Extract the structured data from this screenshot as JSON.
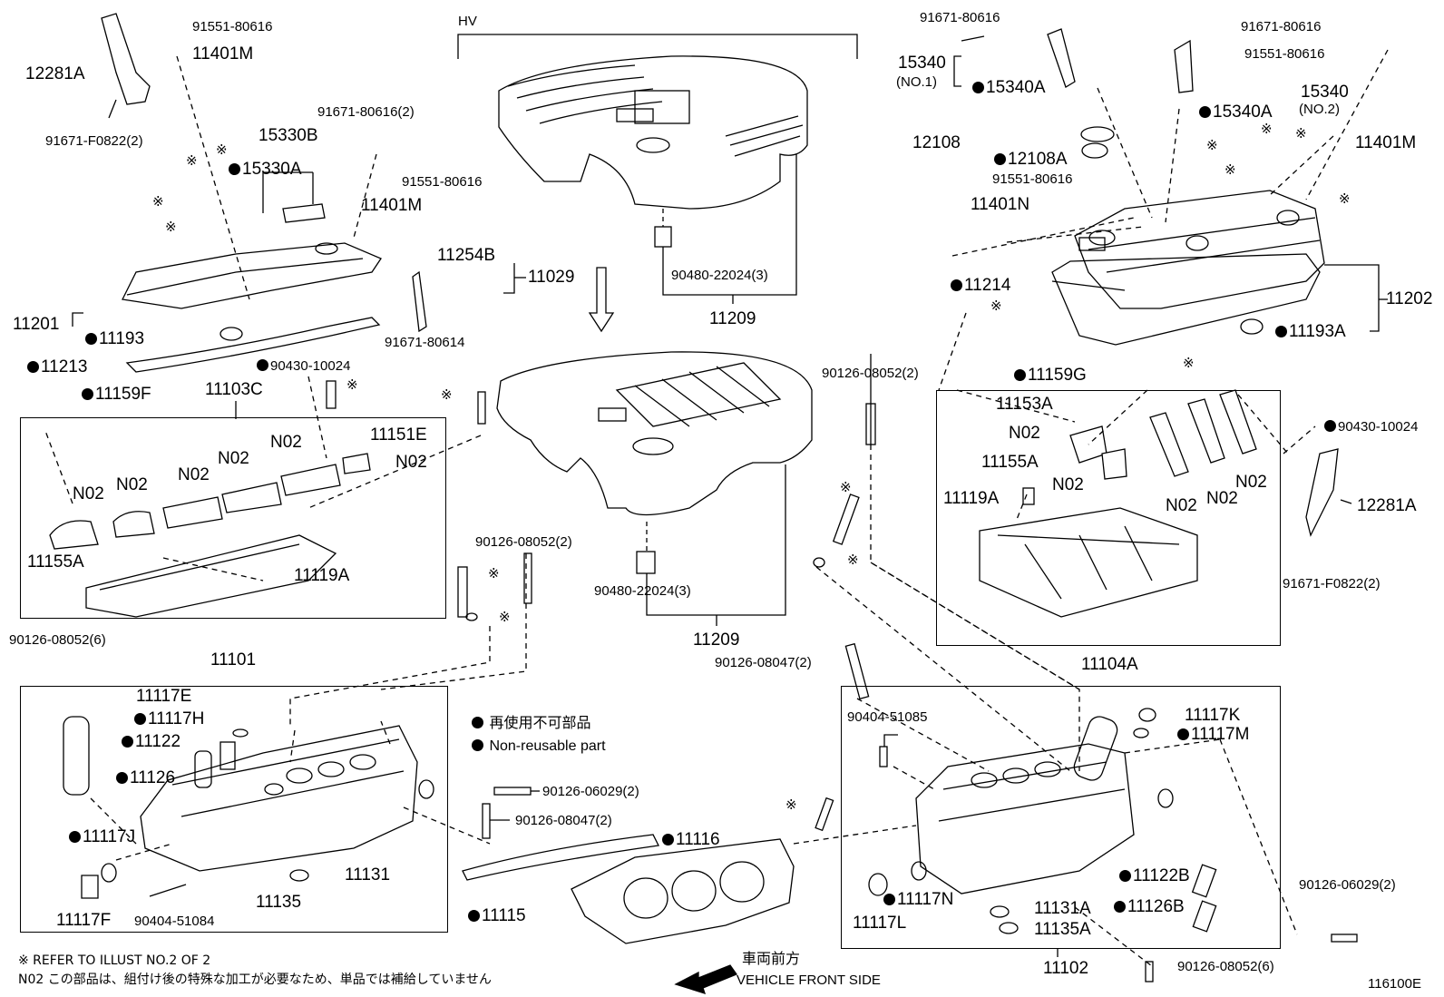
{
  "labels": {
    "hv": "HV",
    "l_12281A_left": "12281A",
    "l_91551_tl": "91551-80616",
    "l_11401M_tl": "11401M",
    "l_91671F_left": "91671-F0822(2)",
    "l_91671_2_left": "91671-80616(2)",
    "l_15330B": "15330B",
    "l_15330A": "15330A",
    "l_91551_mid": "91551-80616",
    "l_11401M_mid": "11401M",
    "l_11254B": "11254B",
    "l_11029": "11029",
    "l_91671_80614": "91671-80614",
    "l_11201": "11201",
    "l_11193": "11193",
    "l_11213": "11213",
    "l_90430_left": "90430-10024",
    "l_11159F": "11159F",
    "l_11103C": "11103C",
    "l_11151E": "11151E",
    "l_n02_a": "N02",
    "l_n02_b": "N02",
    "l_n02_c": "N02",
    "l_n02_d": "N02",
    "l_n02_e": "N02",
    "l_n02_f": "N02",
    "l_11155A_left": "11155A",
    "l_11119A_left": "11119A",
    "l_90480_top": "90480-22024(3)",
    "l_11209_top": "11209",
    "l_90126_08052_2_mid": "90126-08052(2)",
    "l_90480_bot": "90480-22024(3)",
    "l_11209_bot": "11209",
    "l_90126_08052_6_left": "90126-08052(6)",
    "l_11101": "11101",
    "l_11117E": "11117E",
    "l_11117H": "11117H",
    "l_11122": "11122",
    "l_11126": "11126",
    "l_11117J": "11117J",
    "l_11117F": "11117F",
    "l_90404_51084": "90404-51084",
    "l_11135": "11135",
    "l_11131": "11131",
    "l_legend_jp": "再使用不可部品",
    "l_legend_en": "Non-reusable part",
    "l_90126_06029_mid": "90126-06029(2)",
    "l_90126_08047_mid": "90126-08047(2)",
    "l_11116": "11116",
    "l_11115": "11115",
    "l_91671_tr1": "91671-80616",
    "l_91671_tr2": "91671-80616",
    "l_91551_tr": "91551-80616",
    "l_15340_no1": "15340",
    "l_no1": "(NO.1)",
    "l_15340A_1": "15340A",
    "l_15340_no2": "15340",
    "l_no2": "(NO.2)",
    "l_15340A_2": "15340A",
    "l_12108": "12108",
    "l_12108A": "12108A",
    "l_91551_r2": "91551-80616",
    "l_11401M_r": "11401M",
    "l_11401N": "11401N",
    "l_11214": "11214",
    "l_11202": "11202",
    "l_11193A": "11193A",
    "l_90126_08052_2_r": "90126-08052(2)",
    "l_11159G": "11159G",
    "l_11153A": "11153A",
    "l_n02_r1": "N02",
    "l_11155A_r": "11155A",
    "l_n02_r2": "N02",
    "l_11119A_r": "11119A",
    "l_n02_r3": "N02",
    "l_n02_r4": "N02",
    "l_n02_r5": "N02",
    "l_90430_r": "90430-10024",
    "l_12281A_r": "12281A",
    "l_91671F_r": "91671-F0822(2)",
    "l_11104A": "11104A",
    "l_90126_08047_r": "90126-08047(2)",
    "l_90404_51085": "90404-51085",
    "l_11117K": "11117K",
    "l_11117M": "11117M",
    "l_11122B": "11122B",
    "l_11126B": "11126B",
    "l_11117N": "11117N",
    "l_11117L": "11117L",
    "l_11131A": "11131A",
    "l_11135A": "11135A",
    "l_90126_06029_r": "90126-06029(2)",
    "l_11102": "11102",
    "l_90126_08052_6_r": "90126-08052(6)",
    "l_front_jp": "車両前方",
    "l_front_en": "VEHICLE FRONT SIDE",
    "l_ref_note": "※ REFER TO ILLUST NO.2 OF 2",
    "l_n02_note": "N02 この部品は、組付け後の特殊な加工が必要なため、単品では補給していません",
    "l_illus_id": "116100E"
  },
  "symbols": {
    "ref_mark": "※"
  }
}
